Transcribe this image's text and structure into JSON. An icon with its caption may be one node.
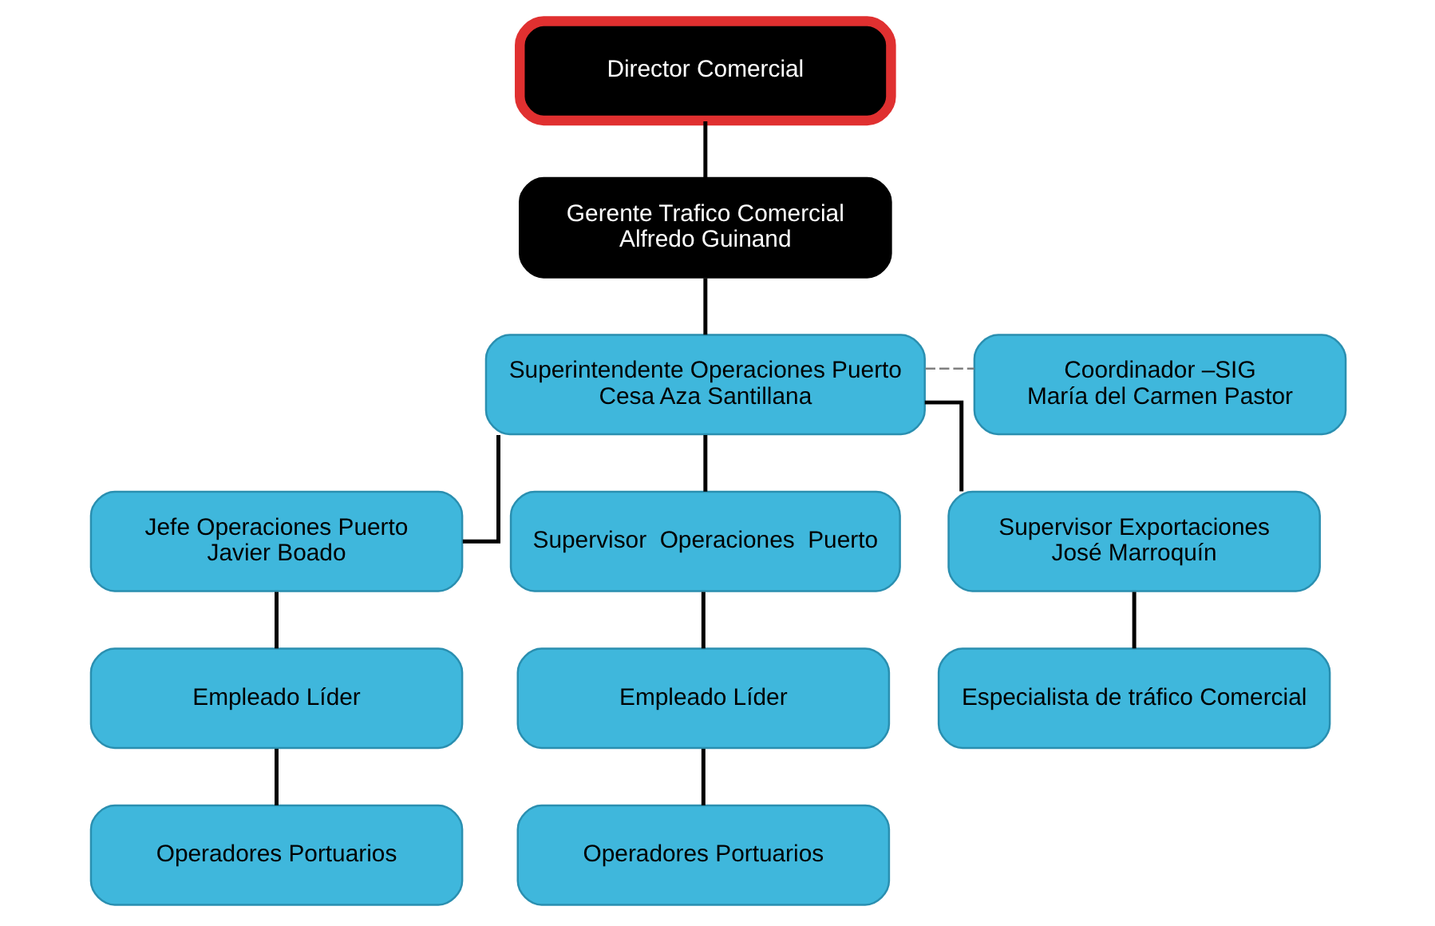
{
  "diagram": {
    "nodes": [
      {
        "text": [
          "Director Comercial"
        ]
      },
      {
        "text": [
          "Gerente Trafico Comercial",
          "Alfredo Guinand"
        ]
      },
      {
        "text": [
          "Superintendente Operaciones Puerto",
          "Cesa Aza Santillana"
        ]
      },
      {
        "text": [
          "Coordinador –SIG",
          "María del Carmen Pastor"
        ]
      },
      {
        "text": [
          "Jefe Operaciones Puerto",
          "Javier Boado"
        ]
      },
      {
        "text": [
          "Supervisor  Operaciones  Puerto"
        ]
      },
      {
        "text": [
          "Supervisor Exportaciones",
          "José Marroquín"
        ]
      },
      {
        "text": [
          "Empleado Líder"
        ]
      },
      {
        "text": [
          "Empleado Líder"
        ]
      },
      {
        "text": [
          "Especialista de tráfico Comercial"
        ]
      },
      {
        "text": [
          "Operadores Portuarios"
        ]
      },
      {
        "text": [
          "Operadores Portuarios"
        ]
      }
    ],
    "edges": [
      {
        "from": 0,
        "to": 1,
        "arrow": "none"
      },
      {
        "from": 1,
        "to": 2,
        "arrow": "none"
      },
      {
        "from": 2,
        "to": 3,
        "arrow": "none",
        "style": "dashed",
        "color": "#808080"
      },
      {
        "from": 2,
        "to": 4,
        "arrow": "none"
      },
      {
        "from": 2,
        "to": 5,
        "arrow": "none"
      },
      {
        "from": 2,
        "to": 6,
        "arrow": "none"
      },
      {
        "from": 4,
        "to": 7,
        "arrow": "none"
      },
      {
        "from": 5,
        "to": 8,
        "arrow": "none"
      },
      {
        "from": 6,
        "to": 9,
        "arrow": "none"
      },
      {
        "from": 7,
        "to": 10,
        "arrow": "none"
      },
      {
        "from": 8,
        "to": 11,
        "arrow": "none"
      }
    ]
  }
}
